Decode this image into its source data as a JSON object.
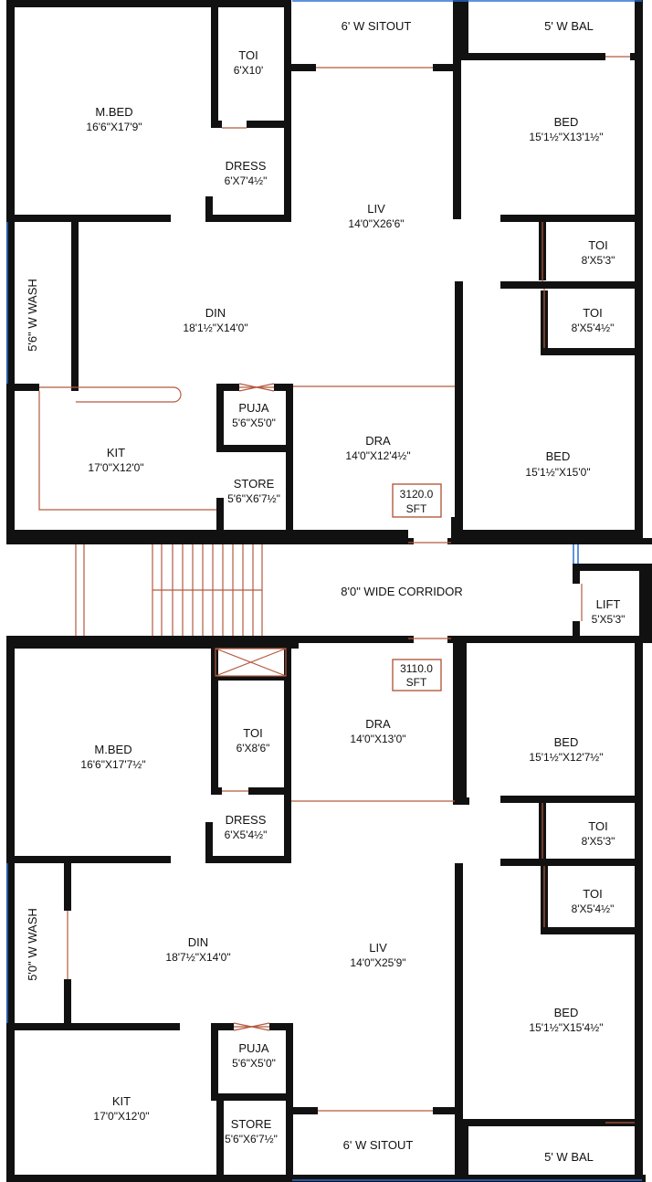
{
  "top_unit": {
    "m_bed": {
      "name": "M.BED",
      "dim": "16'6\"X17'9\""
    },
    "toi_master": {
      "name": "TOI",
      "dim": "6'X10'"
    },
    "dress": {
      "name": "DRESS",
      "dim": "6'X7'4½\""
    },
    "sitout": {
      "name": "6' W SITOUT"
    },
    "bal": {
      "name": "5' W BAL"
    },
    "liv": {
      "name": "LIV",
      "dim": "14'0\"X26'6\""
    },
    "bed1": {
      "name": "BED",
      "dim": "15'1½\"X13'1½\""
    },
    "toi1": {
      "name": "TOI",
      "dim": "8'X5'3\""
    },
    "toi2": {
      "name": "TOI",
      "dim": "8'X5'4½\""
    },
    "wash": {
      "name": "5'6\" W WASH"
    },
    "din": {
      "name": "DIN",
      "dim": "18'1½\"X14'0\""
    },
    "puja": {
      "name": "PUJA",
      "dim": "5'6\"X5'0\""
    },
    "kit": {
      "name": "KIT",
      "dim": "17'0\"X12'0\""
    },
    "store": {
      "name": "STORE",
      "dim": "5'6\"X6'7½\""
    },
    "dra": {
      "name": "DRA",
      "dim": "14'0\"X12'4½\""
    },
    "bed2": {
      "name": "BED",
      "dim": "15'1½\"X15'0\""
    },
    "area": {
      "value": "3120.0",
      "unit": "SFT"
    }
  },
  "corridor": {
    "name": "8'0\" WIDE CORRIDOR"
  },
  "lift": {
    "name": "LIFT",
    "dim": "5'X5'3\""
  },
  "bottom_unit": {
    "area": {
      "value": "3110.0",
      "unit": "SFT"
    },
    "m_bed": {
      "name": "M.BED",
      "dim": "16'6\"X17'7½\""
    },
    "toi_master": {
      "name": "TOI",
      "dim": "6'X8'6\""
    },
    "dress": {
      "name": "DRESS",
      "dim": "6'X5'4½\""
    },
    "dra": {
      "name": "DRA",
      "dim": "14'0\"X13'0\""
    },
    "bed1": {
      "name": "BED",
      "dim": "15'1½\"X12'7½\""
    },
    "toi1": {
      "name": "TOI",
      "dim": "8'X5'3\""
    },
    "toi2": {
      "name": "TOI",
      "dim": "8'X5'4½\""
    },
    "wash": {
      "name": "5'0\" W WASH"
    },
    "din": {
      "name": "DIN",
      "dim": "18'7½\"X14'0\""
    },
    "liv": {
      "name": "LIV",
      "dim": "14'0\"X25'9\""
    },
    "bed2": {
      "name": "BED",
      "dim": "15'1½\"X15'4½\""
    },
    "puja": {
      "name": "PUJA",
      "dim": "5'6\"X5'0\""
    },
    "kit": {
      "name": "KIT",
      "dim": "17'0\"X12'0\""
    },
    "store": {
      "name": "STORE",
      "dim": "5'6\"X6'7½\""
    },
    "sitout": {
      "name": "6' W SITOUT"
    },
    "bal": {
      "name": "5' W BAL"
    }
  },
  "colors": {
    "wall": "#111111",
    "annotation": "#b55a3f",
    "window": "#2a6fd6"
  }
}
